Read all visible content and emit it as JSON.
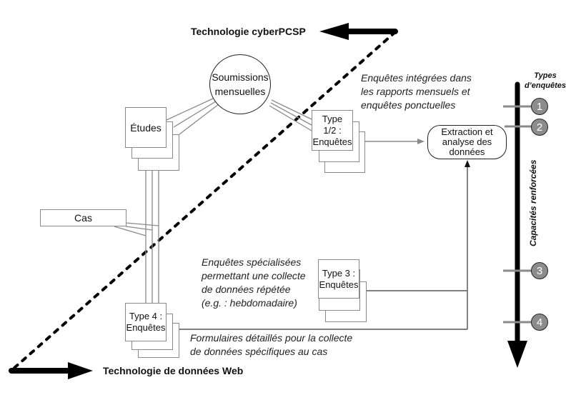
{
  "arrows": {
    "top_label": "Technologie cyberPCSP",
    "bottom_label": "Technologie de données Web"
  },
  "nodes": {
    "submissions": "Soumissions\nmensuelles",
    "submissions_line1": "Soumissions",
    "submissions_line2": "mensuelles",
    "studies": "Études",
    "cases": "Cas",
    "type12_line1": "Type",
    "type12_line2": "1/2 :",
    "type12_line3": "Enquêtes",
    "type3_line1": "Type 3 :",
    "type3_line2": "Enquêtes",
    "type4_line1": "Type 4 :",
    "type4_line2": "Enquêtes",
    "extraction_line1": "Extraction et",
    "extraction_line2": "analyse des",
    "extraction_line3": "données"
  },
  "annotations": {
    "type12_desc": [
      "Enquêtes intégrées dans",
      "les rapports mensuels et",
      "enquêtes ponctuelles"
    ],
    "type3_desc": [
      "Enquêtes spécialisées",
      "permettant une collecte",
      "de données répétée",
      "(e.g. : hebdomadaire)"
    ],
    "type4_desc": [
      "Formulaires détaillés pour la collecte",
      "de données spécifiques au cas"
    ]
  },
  "scale": {
    "title_line1": "Types",
    "title_line2": "d’enquêtes",
    "axis_label": "Capacités renforcées",
    "markers": [
      "1",
      "2",
      "3",
      "4"
    ]
  },
  "colors": {
    "line_gray": "#8a8a8a",
    "marker_fill": "#8c8c8c",
    "black": "#000000"
  }
}
